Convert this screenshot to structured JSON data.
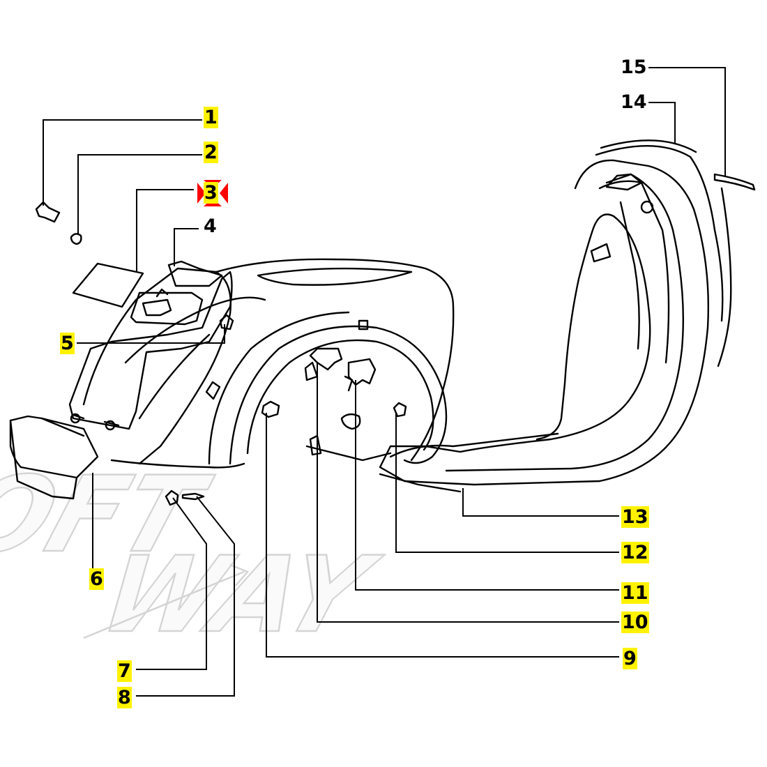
{
  "watermark": {
    "line1": "SOFT",
    "line2": "WAY"
  },
  "callouts": [
    {
      "id": "1",
      "label": "1",
      "highlighted": true
    },
    {
      "id": "2",
      "label": "2",
      "highlighted": true
    },
    {
      "id": "3",
      "label": "3",
      "highlighted": true,
      "selected": true
    },
    {
      "id": "4",
      "label": "4",
      "highlighted": false
    },
    {
      "id": "5",
      "label": "5",
      "highlighted": true
    },
    {
      "id": "6",
      "label": "6",
      "highlighted": true
    },
    {
      "id": "7",
      "label": "7",
      "highlighted": true
    },
    {
      "id": "8",
      "label": "8",
      "highlighted": true
    },
    {
      "id": "9",
      "label": "9",
      "highlighted": true
    },
    {
      "id": "10",
      "label": "10",
      "highlighted": true
    },
    {
      "id": "11",
      "label": "11",
      "highlighted": true
    },
    {
      "id": "12",
      "label": "12",
      "highlighted": true
    },
    {
      "id": "13",
      "label": "13",
      "highlighted": true
    },
    {
      "id": "14",
      "label": "14",
      "highlighted": false
    },
    {
      "id": "15",
      "label": "15",
      "highlighted": false
    }
  ],
  "colors": {
    "highlight": "#fff200",
    "selection_marker": "#ff0000",
    "line": "#000000",
    "watermark": "#d4d4d4"
  }
}
